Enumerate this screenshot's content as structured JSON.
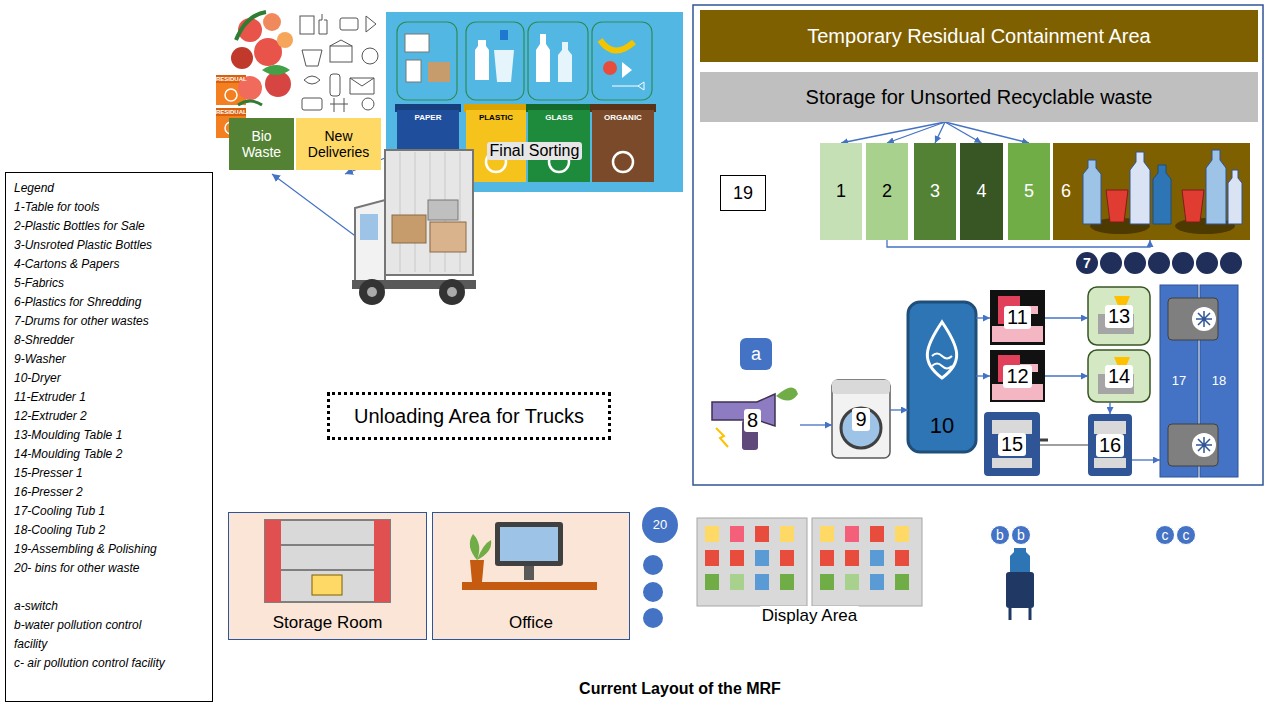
{
  "diagram": {
    "caption": "Current Layout of the MRF",
    "nodes": [
      {
        "text": [
          "Bio Waste"
        ]
      },
      {
        "text": [
          "New Deliveries"
        ]
      },
      {
        "text": [
          "Final Sorting"
        ]
      },
      {
        "text": [
          "Temporary Residual Containment Area"
        ]
      },
      {
        "text": [
          "Storage for Unsorted Recyclable waste"
        ]
      },
      {
        "text": [
          "1"
        ]
      },
      {
        "text": [
          "2"
        ]
      },
      {
        "text": [
          "3"
        ]
      },
      {
        "text": [
          "4"
        ]
      },
      {
        "text": [
          "5"
        ]
      },
      {
        "text": [
          "6"
        ]
      },
      {
        "text": [
          "19"
        ]
      },
      {
        "text": [
          "7"
        ]
      },
      {
        "text": [
          "a"
        ]
      },
      {
        "text": [
          "8"
        ]
      },
      {
        "text": [
          "9"
        ]
      },
      {
        "text": [
          "10"
        ]
      },
      {
        "text": [
          "11"
        ]
      },
      {
        "text": [
          "12"
        ]
      },
      {
        "text": [
          "13"
        ]
      },
      {
        "text": [
          "14"
        ]
      },
      {
        "text": [
          "15"
        ]
      },
      {
        "text": [
          "16"
        ]
      },
      {
        "text": [
          "17"
        ]
      },
      {
        "text": [
          "18"
        ]
      },
      {
        "text": [
          "Unloading Area for Trucks"
        ]
      },
      {
        "text": [
          "Storage Room"
        ]
      },
      {
        "text": [
          "Office"
        ]
      },
      {
        "text": [
          "20"
        ]
      },
      {
        "text": [
          "Display Area"
        ]
      },
      {
        "text": [
          "b"
        ]
      },
      {
        "text": [
          "b"
        ]
      },
      {
        "text": [
          "c"
        ]
      },
      {
        "text": [
          "c"
        ]
      }
    ],
    "edges": [
      {
        "from": 4,
        "to": 5,
        "arrow": "to"
      },
      {
        "from": 4,
        "to": 6,
        "arrow": "to"
      },
      {
        "from": 4,
        "to": 7,
        "arrow": "to"
      },
      {
        "from": 4,
        "to": 8,
        "arrow": "to"
      },
      {
        "from": 4,
        "to": 9,
        "arrow": "to"
      },
      {
        "from": 6,
        "to": 10,
        "arrow": "to"
      },
      {
        "from": 14,
        "to": 15,
        "arrow": "to"
      },
      {
        "from": 15,
        "to": 16,
        "arrow": "to"
      },
      {
        "from": 16,
        "to": 17,
        "arrow": "to"
      },
      {
        "from": 16,
        "to": 18,
        "arrow": "to"
      },
      {
        "from": 17,
        "to": 19,
        "arrow": "to"
      },
      {
        "from": 18,
        "to": 20,
        "arrow": "to"
      },
      {
        "from": 20,
        "to": 22,
        "arrow": "to"
      },
      {
        "from": 21,
        "to": 22,
        "arrow": "none"
      },
      {
        "from": 22,
        "to": 23,
        "arrow": "to"
      }
    ],
    "labels": [
      "RESIDUAL",
      "RESIDUAL",
      "PAPER",
      "PLASTIC",
      "GLASS",
      "ORGANIC",
      "Legend"
    ],
    "legend": [
      {
        "text": "1-Table for tools"
      },
      {
        "text": "2-Plastic Bottles for Sale"
      },
      {
        "text": "3-Unsroted Plastic Bottles"
      },
      {
        "text": "4-Cartons & Papers"
      },
      {
        "text": "5-Fabrics"
      },
      {
        "text": "6-Plastics for Shredding"
      },
      {
        "text": "7-Drums for other wastes"
      },
      {
        "text": "8-Shredder"
      },
      {
        "text": "9-Washer"
      },
      {
        "text": "10-Dryer"
      },
      {
        "text": "11-Extruder 1"
      },
      {
        "text": "12-Extruder 2"
      },
      {
        "text": "13-Moulding Table 1"
      },
      {
        "text": "14-Moulding Table 2"
      },
      {
        "text": "15-Presser 1"
      },
      {
        "text": "16-Presser 2"
      },
      {
        "text": "17-Cooling Tub 1"
      },
      {
        "text": "18-Cooling Tub 2"
      },
      {
        "text": "19-Assembling & Polishing"
      },
      {
        "text": "20- bins for other waste"
      },
      {
        "text": "a-switch"
      },
      {
        "text": "b-water pollution control facility"
      },
      {
        "text": "c- air pollution control facility"
      }
    ]
  }
}
